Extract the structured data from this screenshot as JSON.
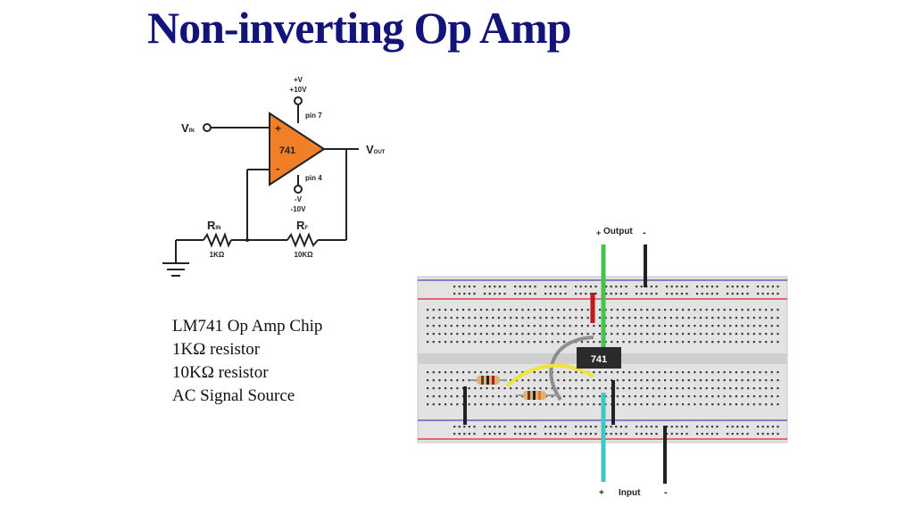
{
  "title": "Non-inverting Op Amp",
  "schematic": {
    "vin": "V",
    "vin_sub": "IN",
    "vout": "V",
    "vout_sub": "OUT",
    "chip": "741",
    "pos_supply_1": "+V",
    "pos_supply_2": "+10V",
    "neg_supply_1": "-V",
    "neg_supply_2": "-10V",
    "pin_top": "pin 7",
    "pin_bottom": "pin 4",
    "plus_sign": "+",
    "minus_sign": "-",
    "rin": "R",
    "rin_sub": "IN",
    "rin_value": "1KΩ",
    "rf": "R",
    "rf_sub": "F",
    "rf_value": "10KΩ"
  },
  "parts_list": [
    "LM741 Op Amp Chip",
    "1KΩ resistor",
    "10KΩ resistor",
    "AC Signal Source"
  ],
  "breadboard": {
    "chip_label": "741",
    "output_label": "Output",
    "output_plus": "+",
    "output_minus": "-",
    "input_label": "Input",
    "input_plus": "+",
    "input_minus": "-"
  },
  "colors": {
    "title": "#13147a",
    "opamp_fill": "#f07f27",
    "wire_green": "#44c44a",
    "wire_cyan": "#3cc9c6",
    "wire_yellow": "#f0e43a",
    "wire_red": "#c0161c",
    "wire_gray": "#8e8e8e",
    "rail_blue": "#7e82c9",
    "rail_red": "#e06a6a"
  }
}
